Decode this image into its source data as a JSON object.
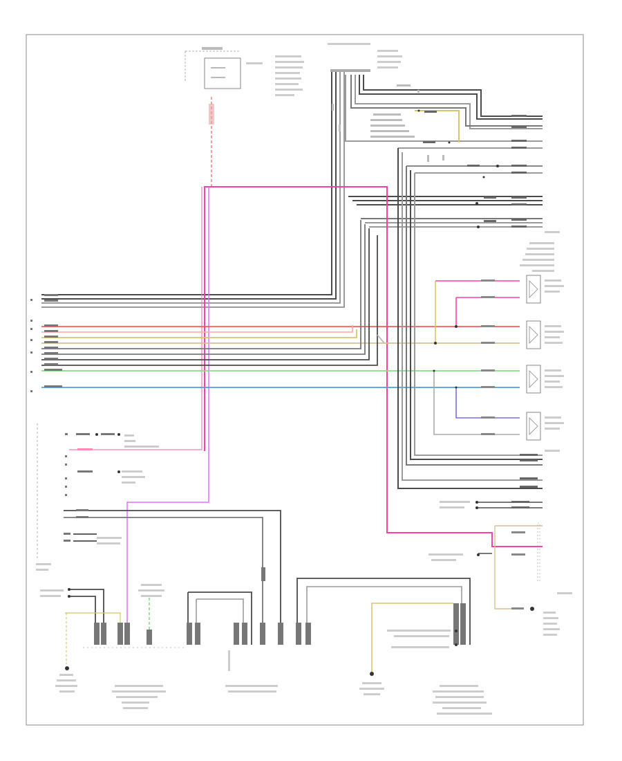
{
  "diagram": {
    "footer_code": "",
    "colors": {
      "black": "#4a4a4a",
      "gray": "#9a9a9a",
      "pink": "#ff3fa0",
      "red": "#ff5a5a",
      "yellow": "#d8c46a",
      "green": "#66dd66",
      "blue": "#4a7ee6",
      "violet": "#7a6ae6",
      "magenta": "#e070ff",
      "tan": "#d8c090"
    },
    "components": [
      {
        "id": "top-fuse-box"
      },
      {
        "id": "amplifier-module"
      },
      {
        "id": "left-front-tweeter"
      },
      {
        "id": "left-front-door-speaker"
      },
      {
        "id": "right-front-door-speaker"
      },
      {
        "id": "right-front-tweeter"
      },
      {
        "id": "right-rear-speakers"
      },
      {
        "id": "ground-point-left"
      },
      {
        "id": "navigation-control-module"
      },
      {
        "id": "radio-antenna-module"
      },
      {
        "id": "ground-bottom-mid"
      },
      {
        "id": "telephone-module"
      },
      {
        "id": "ground-right"
      }
    ]
  }
}
